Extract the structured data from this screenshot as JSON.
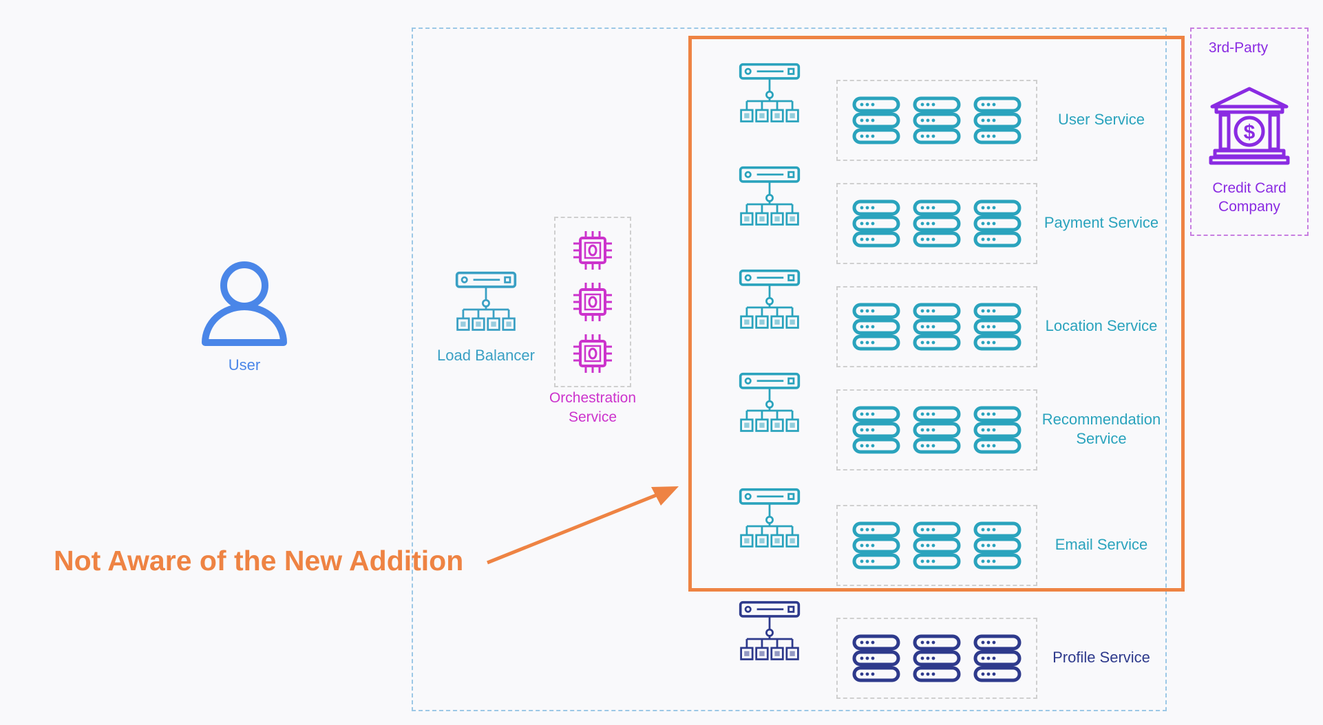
{
  "user": {
    "label": "User",
    "color": "#4a86e8"
  },
  "load_balancer": {
    "label": "Load Balancer",
    "color": "#3aa0c4"
  },
  "orchestration": {
    "label_line1": "Orchestration",
    "label_line2": "Service",
    "color": "#cc33cc"
  },
  "third_party": {
    "title": "3rd-Party",
    "bank_line1": "Credit Card",
    "bank_line2": "Company",
    "color": "#8a2be2"
  },
  "callout": {
    "text": "Not Aware of the New Addition",
    "color": "#ee8343"
  },
  "services": [
    {
      "label_line1": "User Service",
      "label_line2": "",
      "color": "#2aa3bd"
    },
    {
      "label_line1": "Payment Service",
      "label_line2": "",
      "color": "#2aa3bd"
    },
    {
      "label_line1": "Location Service",
      "label_line2": "",
      "color": "#2aa3bd"
    },
    {
      "label_line1": "Recommendation",
      "label_line2": "Service",
      "color": "#2aa3bd"
    },
    {
      "label_line1": "Email Service",
      "label_line2": "",
      "color": "#2aa3bd"
    },
    {
      "label_line1": "Profile Service",
      "label_line2": "",
      "color": "#2e3a8c"
    }
  ]
}
